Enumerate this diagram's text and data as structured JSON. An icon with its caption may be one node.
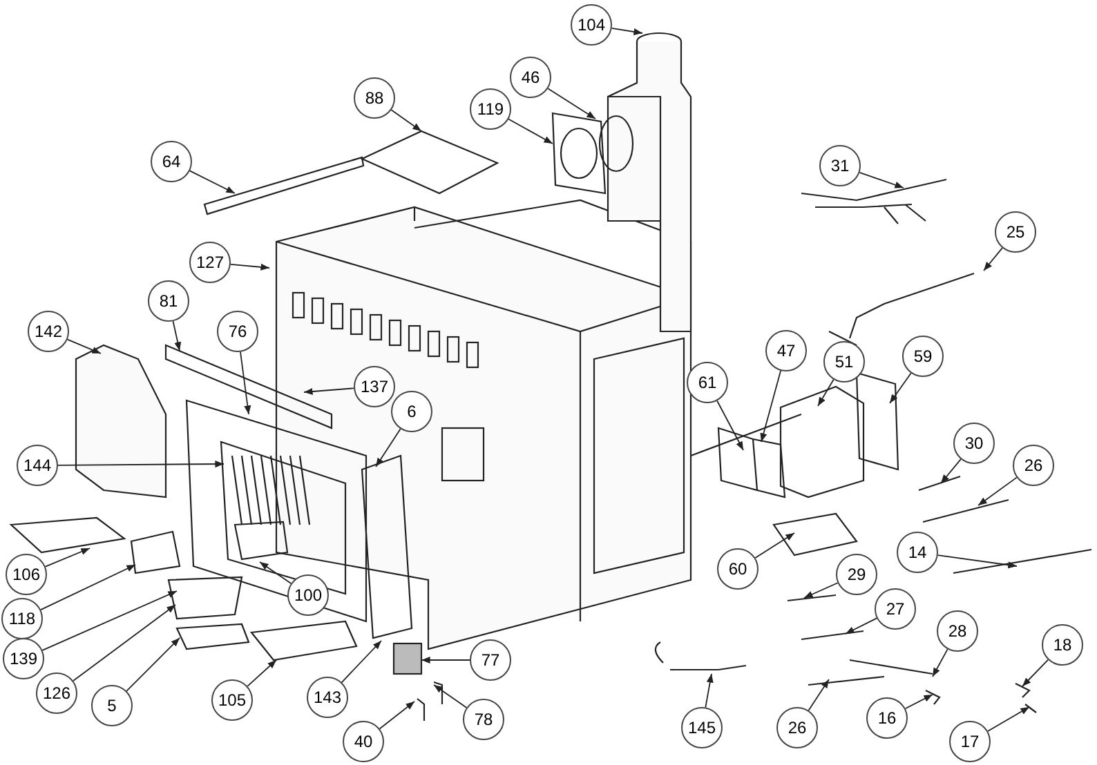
{
  "diagram": {
    "nodes": [
      {
        "text": [
          "104"
        ]
      },
      {
        "text": [
          "46"
        ]
      },
      {
        "text": [
          "88"
        ]
      },
      {
        "text": [
          "119"
        ]
      },
      {
        "text": [
          "64"
        ]
      },
      {
        "text": [
          "31"
        ]
      },
      {
        "text": [
          "25"
        ]
      },
      {
        "text": [
          "127"
        ]
      },
      {
        "text": [
          "81"
        ]
      },
      {
        "text": [
          "142"
        ]
      },
      {
        "text": [
          "76"
        ]
      },
      {
        "text": [
          "47"
        ]
      },
      {
        "text": [
          "59"
        ]
      },
      {
        "text": [
          "51"
        ]
      },
      {
        "text": [
          "61"
        ]
      },
      {
        "text": [
          "137"
        ]
      },
      {
        "text": [
          "6"
        ]
      },
      {
        "text": [
          "30"
        ]
      },
      {
        "text": [
          "144"
        ]
      },
      {
        "text": [
          "26"
        ]
      },
      {
        "text": [
          "14"
        ]
      },
      {
        "text": [
          "60"
        ]
      },
      {
        "text": [
          "106"
        ]
      },
      {
        "text": [
          "29"
        ]
      },
      {
        "text": [
          "100"
        ]
      },
      {
        "text": [
          "27"
        ]
      },
      {
        "text": [
          "118"
        ]
      },
      {
        "text": [
          "28"
        ]
      },
      {
        "text": [
          "18"
        ]
      },
      {
        "text": [
          "139"
        ]
      },
      {
        "text": [
          "77"
        ]
      },
      {
        "text": [
          "126"
        ]
      },
      {
        "text": [
          "143"
        ]
      },
      {
        "text": [
          "105"
        ]
      },
      {
        "text": [
          "5"
        ]
      },
      {
        "text": [
          "16"
        ]
      },
      {
        "text": [
          "78"
        ]
      },
      {
        "text": [
          "145"
        ]
      },
      {
        "text": [
          "26"
        ]
      },
      {
        "text": [
          "40"
        ]
      },
      {
        "text": [
          "17"
        ]
      }
    ],
    "edges": [
      {
        "from": 0,
        "to": null,
        "arrow": "to"
      },
      {
        "from": 1,
        "to": null,
        "arrow": "to"
      },
      {
        "from": 2,
        "to": null,
        "arrow": "to"
      },
      {
        "from": 3,
        "to": null,
        "arrow": "to"
      },
      {
        "from": 4,
        "to": null,
        "arrow": "to"
      },
      {
        "from": 5,
        "to": null,
        "arrow": "to"
      },
      {
        "from": 6,
        "to": null,
        "arrow": "to"
      },
      {
        "from": 7,
        "to": null,
        "arrow": "to"
      },
      {
        "from": 8,
        "to": null,
        "arrow": "to"
      },
      {
        "from": 9,
        "to": null,
        "arrow": "to"
      },
      {
        "from": 10,
        "to": null,
        "arrow": "to"
      },
      {
        "from": 11,
        "to": null,
        "arrow": "to"
      },
      {
        "from": 12,
        "to": null,
        "arrow": "to"
      },
      {
        "from": 13,
        "to": null,
        "arrow": "to"
      },
      {
        "from": 14,
        "to": null,
        "arrow": "to"
      },
      {
        "from": 15,
        "to": null,
        "arrow": "to"
      },
      {
        "from": 16,
        "to": null,
        "arrow": "to"
      },
      {
        "from": 17,
        "to": null,
        "arrow": "to"
      },
      {
        "from": 18,
        "to": null,
        "arrow": "to"
      },
      {
        "from": 19,
        "to": null,
        "arrow": "to"
      },
      {
        "from": 20,
        "to": null,
        "arrow": "to"
      },
      {
        "from": 21,
        "to": null,
        "arrow": "to"
      },
      {
        "from": 22,
        "to": null,
        "arrow": "to"
      },
      {
        "from": 23,
        "to": null,
        "arrow": "to"
      },
      {
        "from": 24,
        "to": null,
        "arrow": "to"
      },
      {
        "from": 25,
        "to": null,
        "arrow": "to"
      },
      {
        "from": 26,
        "to": null,
        "arrow": "to"
      },
      {
        "from": 27,
        "to": null,
        "arrow": "to"
      },
      {
        "from": 28,
        "to": null,
        "arrow": "to"
      },
      {
        "from": 29,
        "to": null,
        "arrow": "to"
      },
      {
        "from": 30,
        "to": null,
        "arrow": "to"
      },
      {
        "from": 31,
        "to": null,
        "arrow": "to"
      },
      {
        "from": 32,
        "to": null,
        "arrow": "to"
      },
      {
        "from": 33,
        "to": null,
        "arrow": "to"
      },
      {
        "from": 34,
        "to": null,
        "arrow": "to"
      },
      {
        "from": 35,
        "to": null,
        "arrow": "to"
      },
      {
        "from": 36,
        "to": null,
        "arrow": "to"
      },
      {
        "from": 37,
        "to": null,
        "arrow": "to"
      },
      {
        "from": 38,
        "to": null,
        "arrow": "to"
      },
      {
        "from": 39,
        "to": null,
        "arrow": "to"
      },
      {
        "from": 40,
        "to": null,
        "arrow": "to"
      }
    ]
  }
}
